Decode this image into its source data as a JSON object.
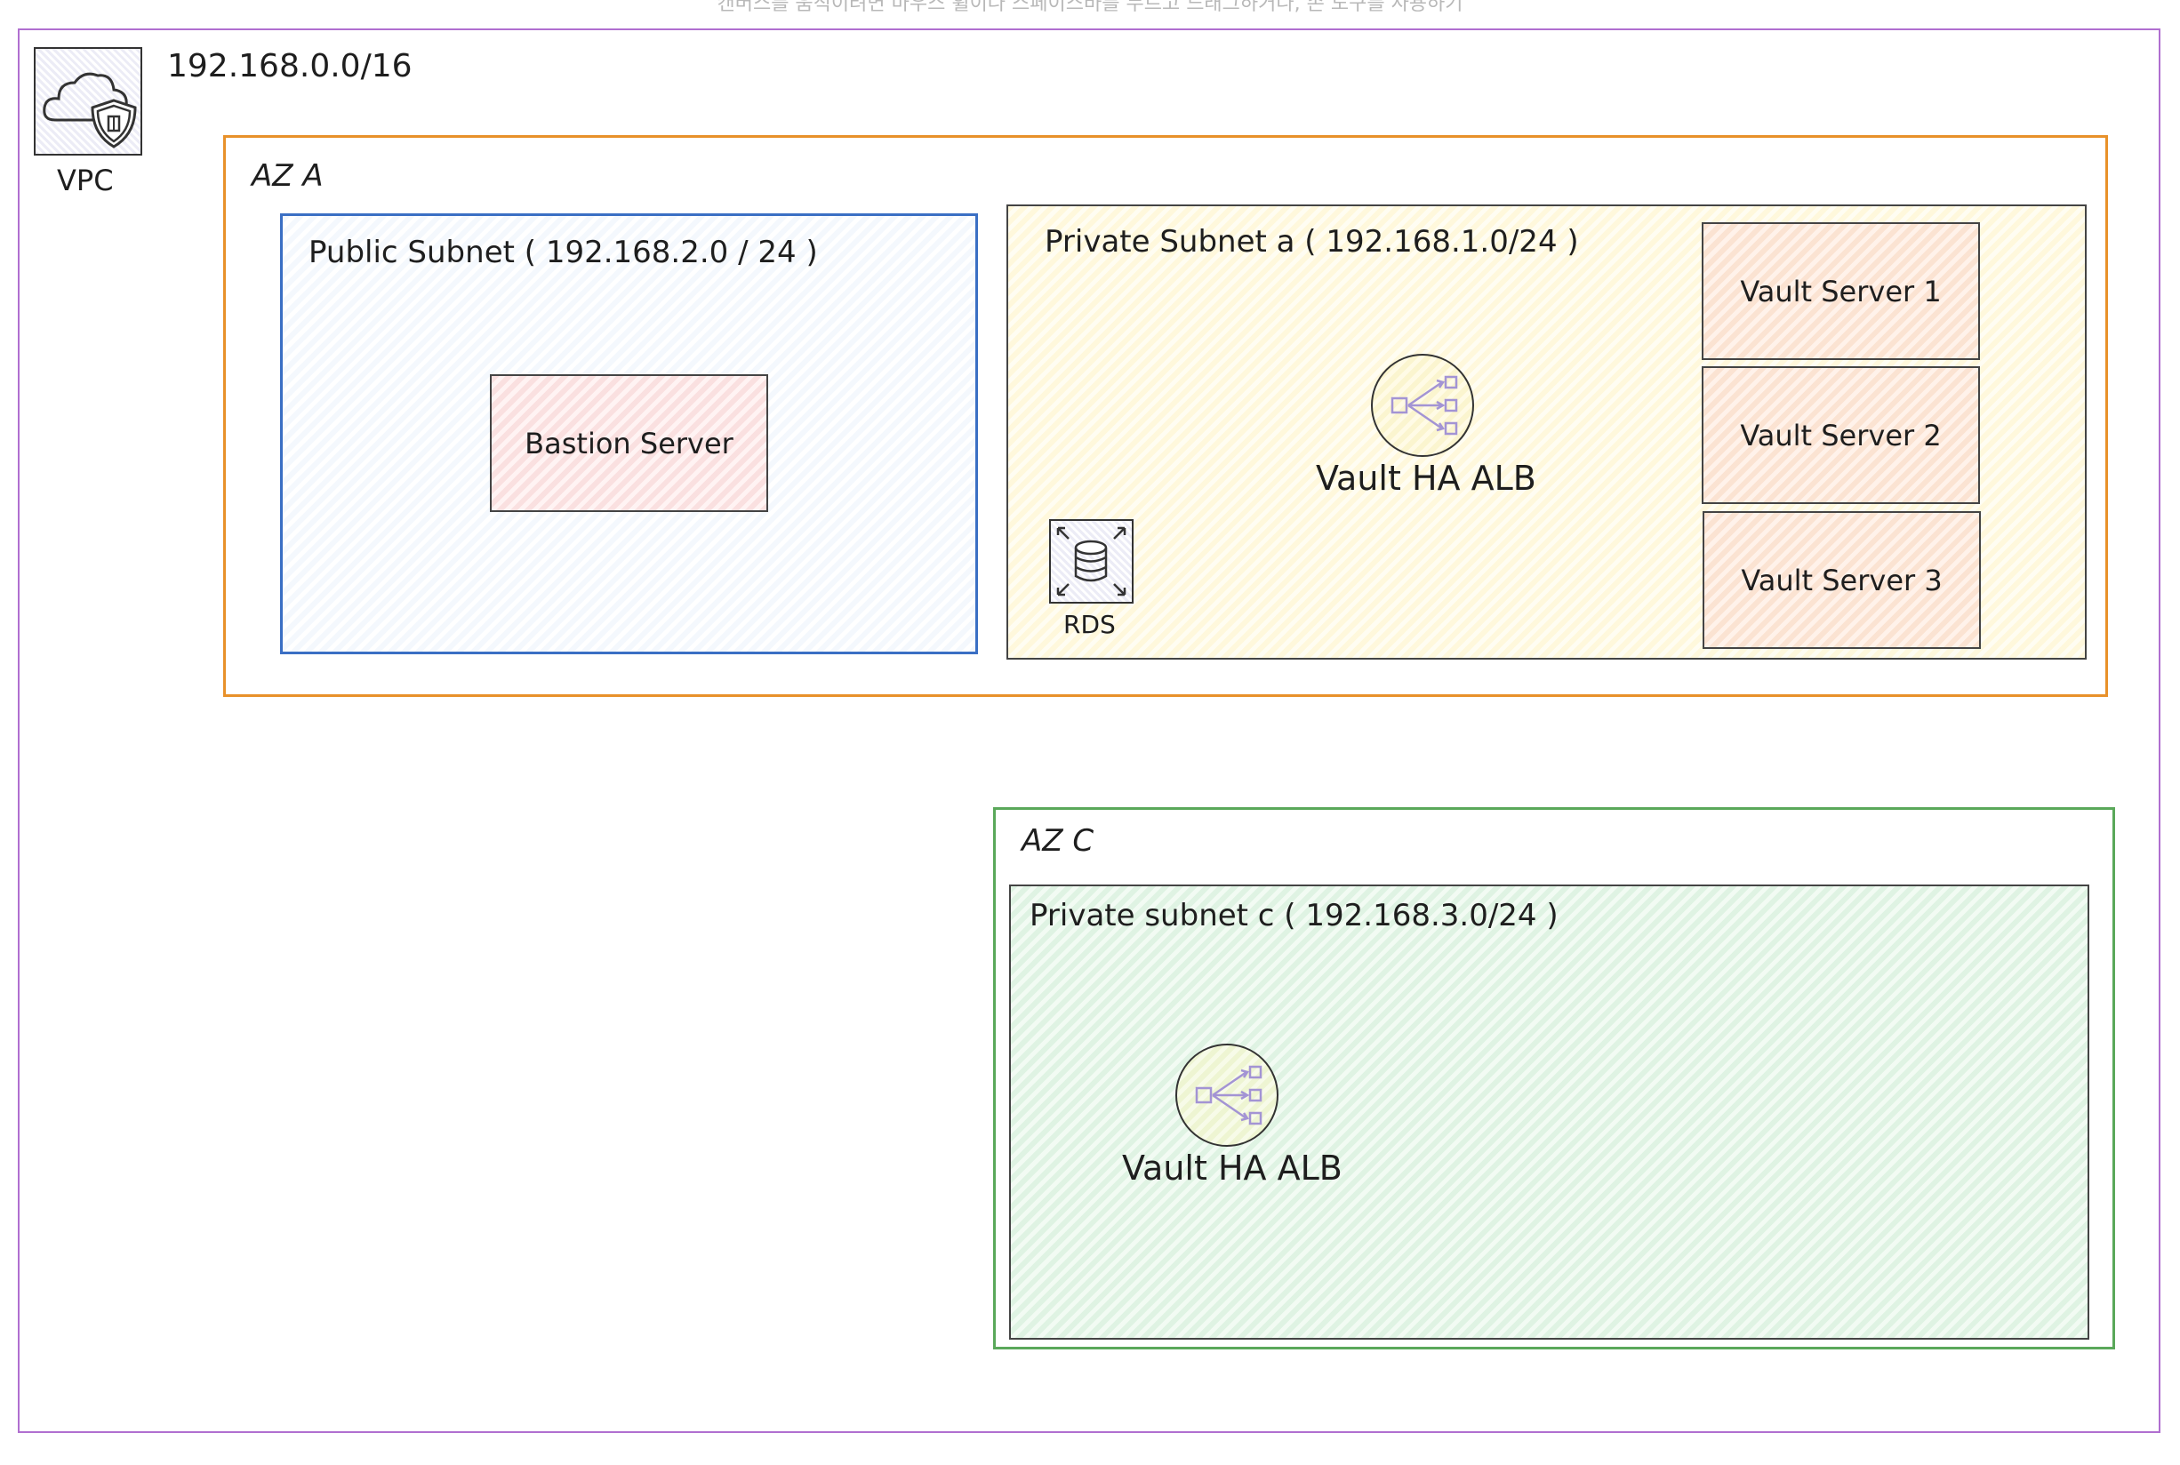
{
  "canvas_hint": "캔버스를 움직이려면 마우스 휠이나 스페이스바를 누르고 드래그하거나, 손 도구를 사용하기",
  "vpc": {
    "cidr": "192.168.0.0/16",
    "icon_label": "VPC",
    "icon": "vpc-shield-cloud-icon",
    "border_color": "#b06fd0"
  },
  "az_a": {
    "label": "AZ A",
    "border_color": "#e8912a",
    "public_subnet": {
      "label": "Public Subnet ( 192.168.2.0 / 24 )",
      "border_color": "#3a6fc4",
      "bastion": "Bastion Server"
    },
    "private_subnet": {
      "label": "Private Subnet a ( 192.168.1.0/24 )",
      "alb_label": "Vault HA ALB",
      "rds_label": "RDS",
      "servers": [
        "Vault Server 1",
        "Vault Server 2",
        "Vault Server 3"
      ]
    }
  },
  "az_c": {
    "label": "AZ C",
    "border_color": "#5aa85a",
    "private_subnet": {
      "label": "Private subnet c ( 192.168.3.0/24 )",
      "alb_label": "Vault HA ALB"
    }
  }
}
